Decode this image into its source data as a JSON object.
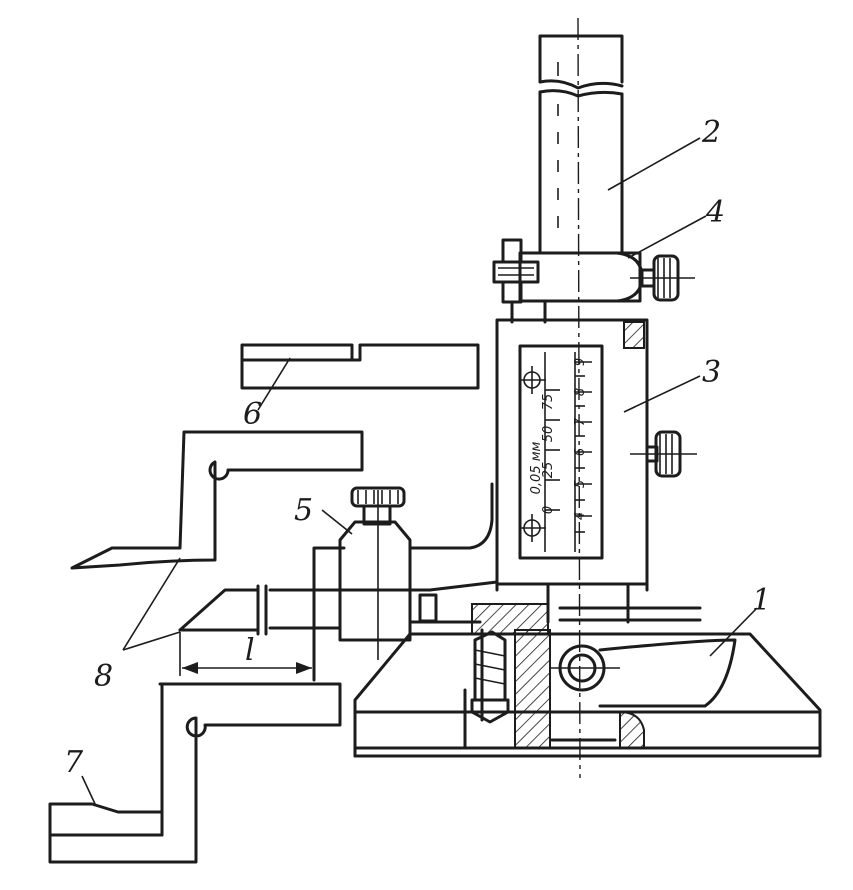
{
  "labels": {
    "p1": "1",
    "p2": "2",
    "p3": "3",
    "p4": "4",
    "p5": "5",
    "p6": "6",
    "p7": "7",
    "p8": "8",
    "dim_l": "l"
  },
  "vernier": {
    "unit": "0,05 мм",
    "main_ticks": [
      "4",
      "5",
      "6",
      "7",
      "8",
      "9"
    ],
    "vernier_ticks": [
      "0",
      "25",
      "50",
      "75"
    ]
  },
  "colors": {
    "ink": "#1c1c1c",
    "paper": "#ffffff"
  }
}
